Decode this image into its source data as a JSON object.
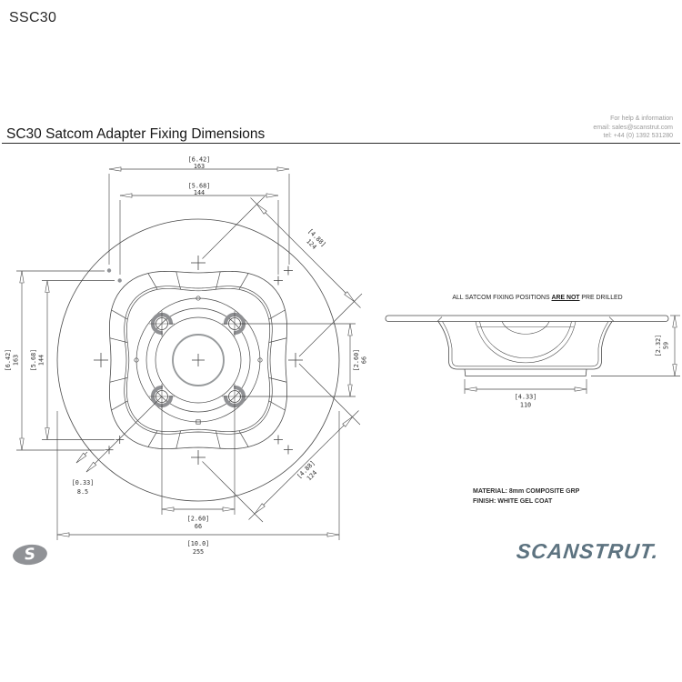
{
  "page": {
    "product_code": "SSC30"
  },
  "header": {
    "title": "SC30 Satcom Adapter Fixing Dimensions",
    "help_line1": "For help & information",
    "help_line2": "email: sales@scanstrut.com",
    "help_line3": "tel: +44 (0) 1392 531280"
  },
  "dimensions": {
    "outer_square": {
      "in": "[6.42]",
      "mm": "163"
    },
    "inner_square": {
      "in": "[5.68]",
      "mm": "144"
    },
    "diagonal_pitch": {
      "in": "[4.88]",
      "mm": "124"
    },
    "bolt_pitch": {
      "in": "[2.60]",
      "mm": "66"
    },
    "hole_diameter": {
      "in": "[0.33]",
      "mm": "8.5"
    },
    "overall_diameter": {
      "in": "[10.0]",
      "mm": "255"
    }
  },
  "side_view": {
    "note_prefix": "ALL SATCOM FIXING POSITIONS ",
    "note_emphasis": "ARE NOT",
    "note_suffix": " PRE DRILLED",
    "base_width": {
      "in": "[4.33]",
      "mm": "110"
    },
    "height": {
      "in": "[2.32]",
      "mm": "59"
    }
  },
  "notes": {
    "material": "MATERIAL: 8mm COMPOSITE GRP",
    "finish": "FINISH: WHITE GEL COAT"
  },
  "branding": {
    "wordmark": "SCANSTRUT.",
    "monogram": "S"
  },
  "colors": {
    "line": "#4a4a4a",
    "gray": "#8f9093",
    "logo_slate": "#5d7380",
    "muted_text": "#9a9a9a"
  }
}
